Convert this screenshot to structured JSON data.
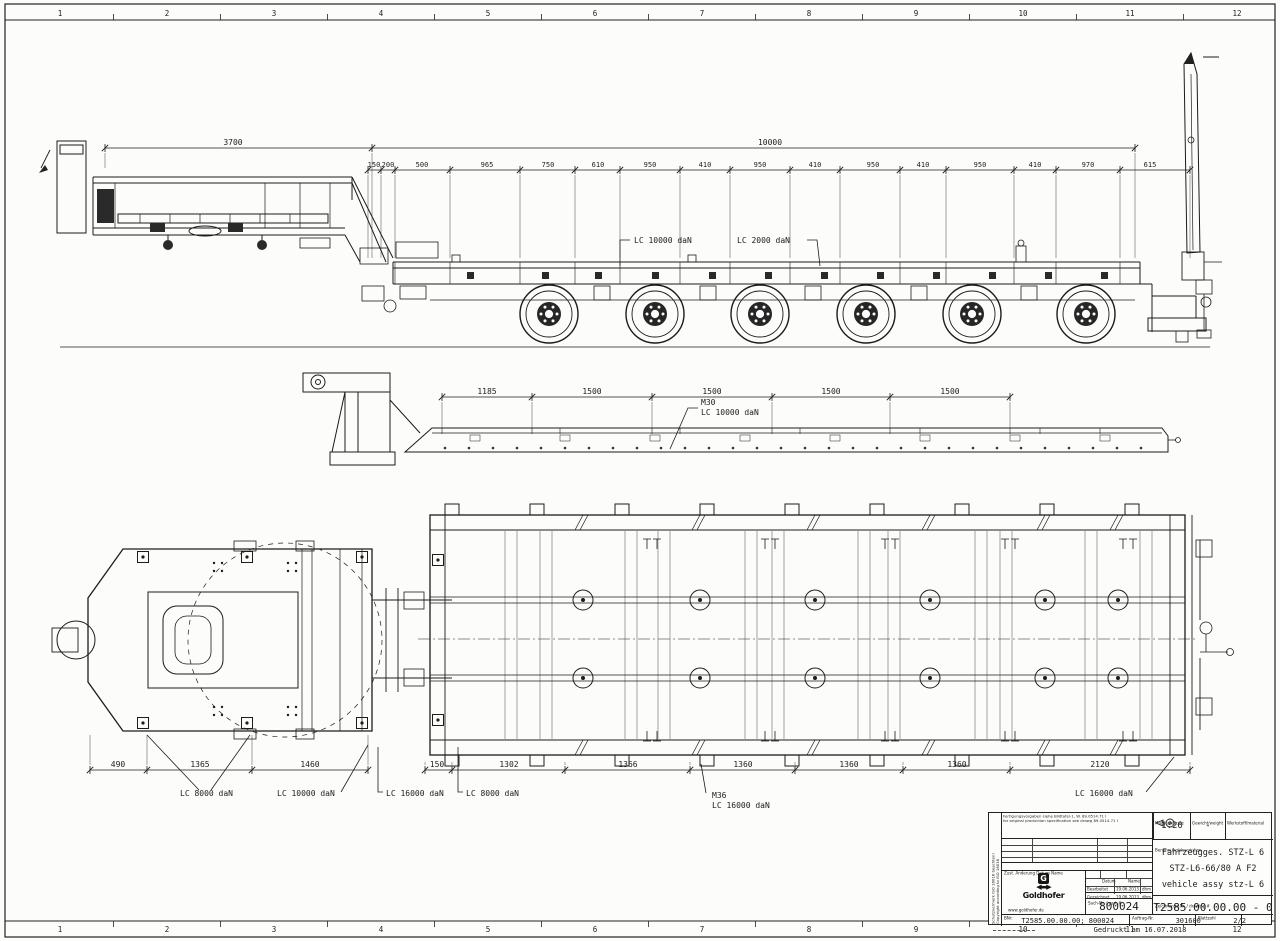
{
  "zones": [
    "1",
    "2",
    "3",
    "4",
    "5",
    "6",
    "7",
    "8",
    "9",
    "10",
    "11",
    "12"
  ],
  "dims": {
    "side_main": [
      "3700",
      "10000"
    ],
    "side_small": [
      "150",
      "200",
      "500",
      "965",
      "750",
      "610",
      "950",
      "410",
      "950",
      "410",
      "950",
      "410",
      "950",
      "410",
      "970",
      "615"
    ],
    "platform": [
      "1185",
      "1500",
      "1500",
      "1500",
      "1500"
    ],
    "plan_left": [
      "490",
      "1365",
      "1460"
    ],
    "plan_right": [
      "150",
      "1302",
      "1366",
      "1360",
      "1360",
      "1360",
      "2120"
    ]
  },
  "notes": {
    "side_lc1": [
      "LC 10000 daN"
    ],
    "side_lc2": [
      "LC 2000 daN"
    ],
    "platform_m30": [
      "M30",
      "LC 10000 daN"
    ],
    "plan_lc_8000_front": [
      "LC 8000 daN"
    ],
    "plan_lc_10000": [
      "LC 10000 daN"
    ],
    "plan_lc_16000_a": [
      "LC 16000 daN"
    ],
    "plan_lc_8000_b": [
      "LC 8000 daN"
    ],
    "plan_m36": [
      "M36",
      "LC 16000 daN"
    ],
    "plan_lc_16000_rear": [
      "LC 16000 daN"
    ]
  },
  "tb": {
    "copyright1": "Schutzvermerk ISO 16016 beachten!",
    "copyright2": "Copyright according to ISO 16016",
    "note1": "Fertigungsvorgaben siehe Bildtafel-1, W. 89.0514.71 I",
    "note2": "for original production specification see drawg 89.0514.71 I",
    "grid_label": "Zust.  Änderung  Datum  Name",
    "col_date": "Datum",
    "col_name": "Name",
    "row1_label": "Bearbeitet",
    "row1_date": "19.06.2013",
    "row1_name": "dhm",
    "row2_label": "Gezeichnet",
    "row2_date": "19.06.2013",
    "row2_name": "dhm",
    "part_label": "Sach-Nr. / part #",
    "part_number": "800024",
    "scale_label": "Maßstab/scale",
    "scale_value": "1:20",
    "weight_label": "Gewicht/weight",
    "weight_value": "-",
    "material_label": "Werkstoff/material",
    "desc_label": "Benennung/description",
    "title_de": "Fahrzeugges. STZ-L 6",
    "title_type": "STZ-L6-66/80 A F2",
    "title_en": "vehicle assy stz-L 6",
    "drawing_label": "Zeichnungs-Nr. / drawing #",
    "drawing_number": "T2585.00.00.00 - 0",
    "bnr_label": "BNr:",
    "bnr_value": "T2585.00.00.00; 800024",
    "order_label": "Auftrag-Nr.",
    "order_value": "301600",
    "sheet_label": "Blattzahl",
    "sheet_value": "2/2",
    "printed": "Gedruckt am 16.07.2018",
    "logo_name": "Goldhofer",
    "logo_url": "www.goldhofer.de",
    "logo_g": "G"
  }
}
